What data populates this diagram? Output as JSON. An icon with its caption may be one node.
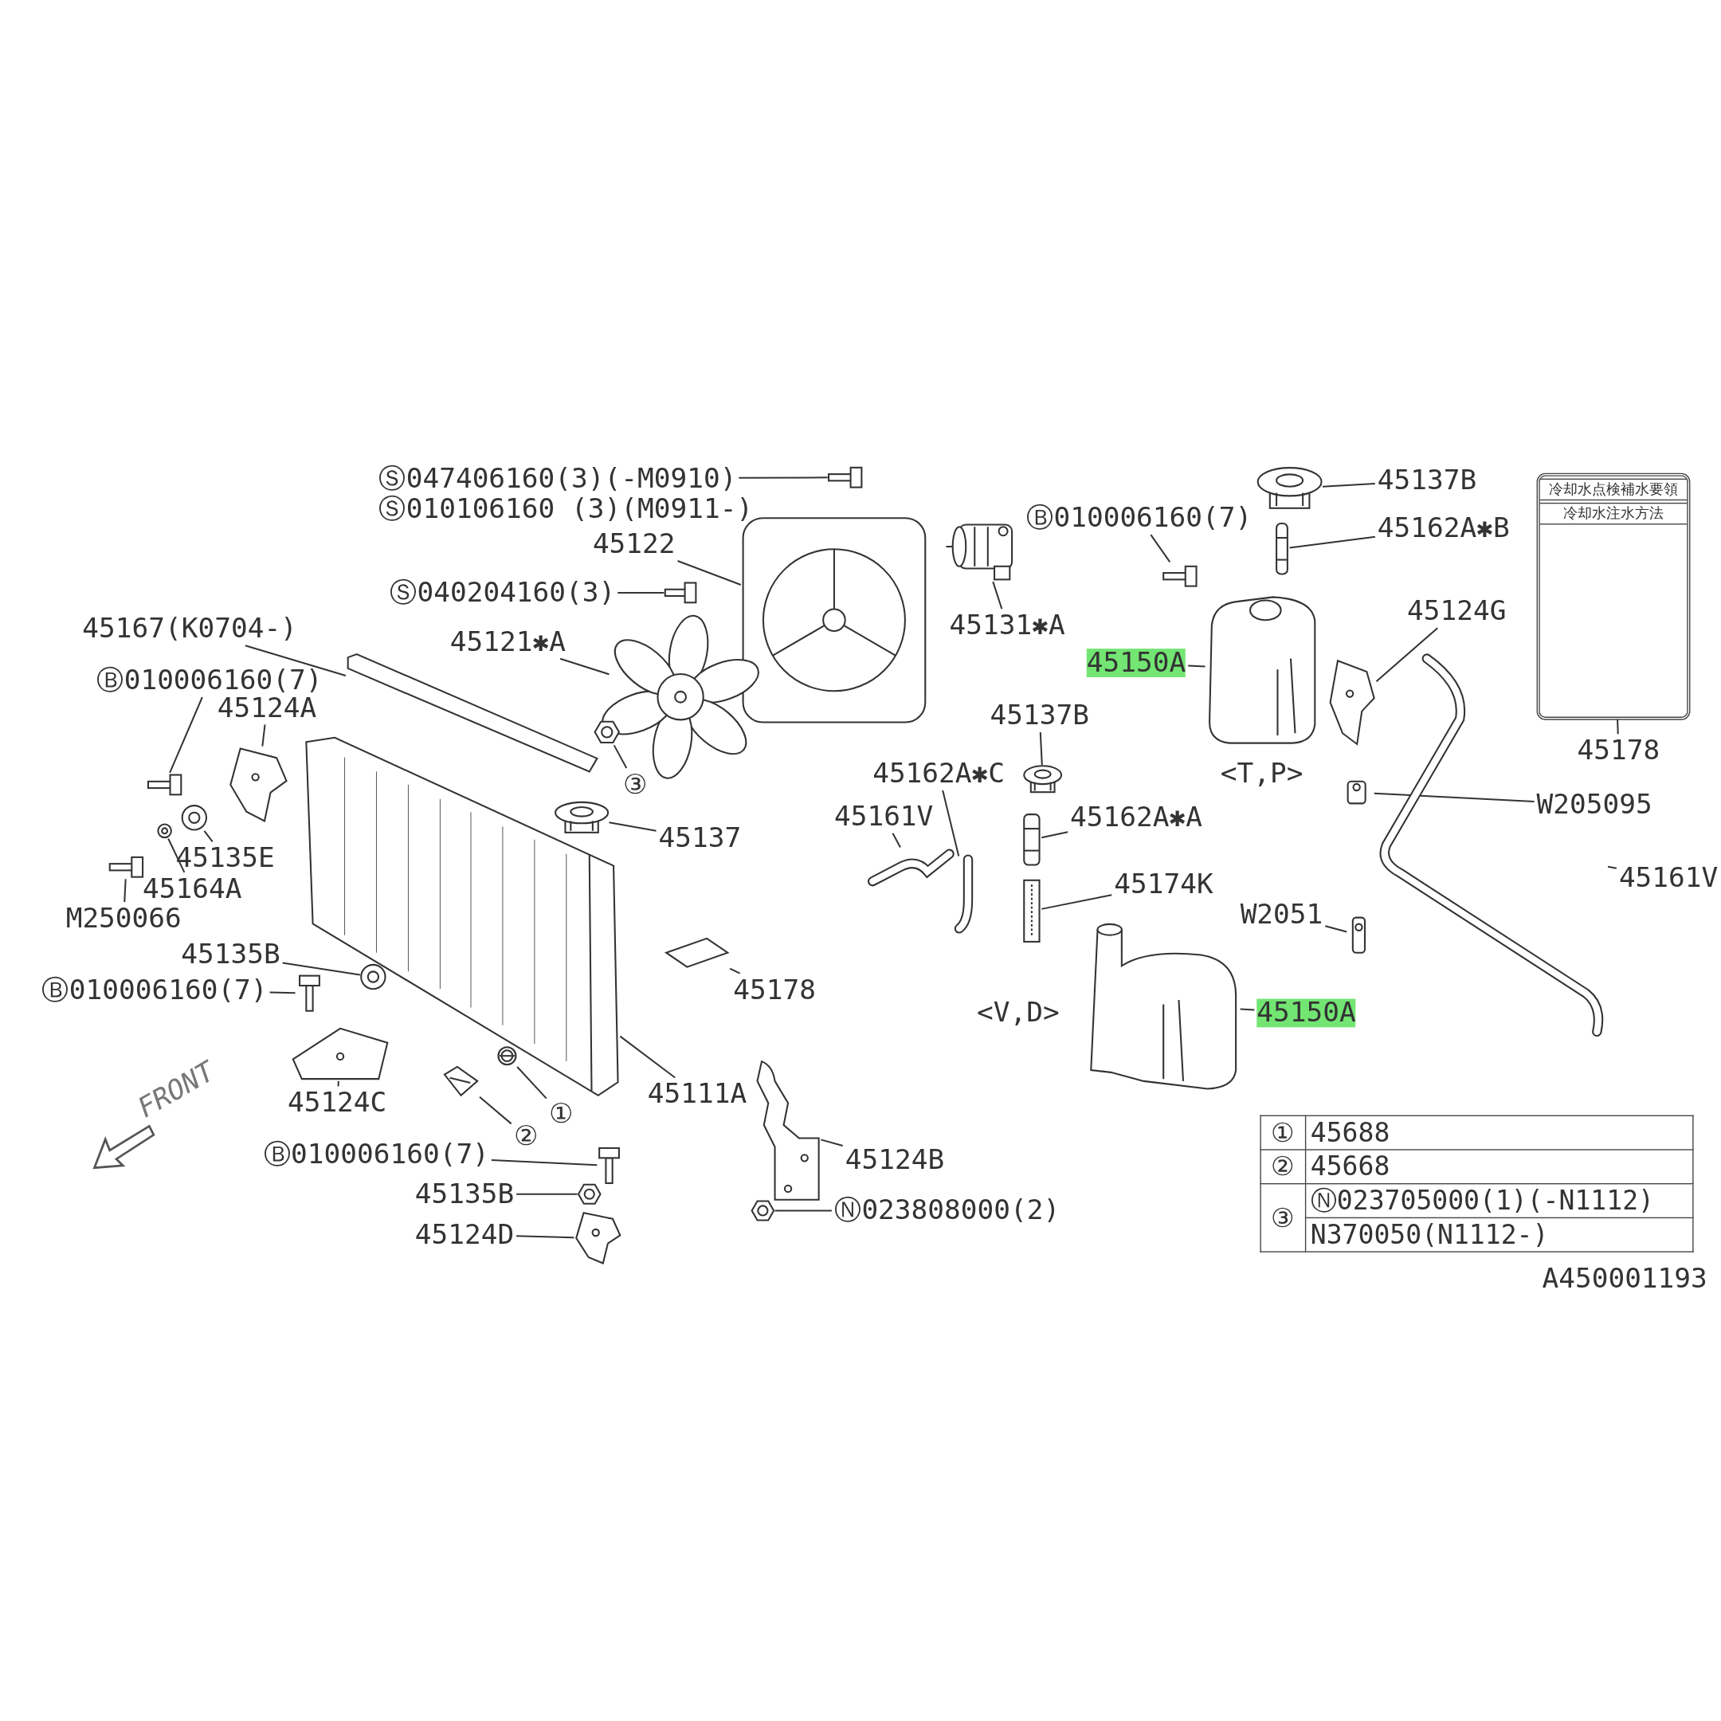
{
  "diagram": {
    "nodes": [
      {
        "text": [
          "Ⓢ047406160(3)(-M0910)"
        ]
      },
      {
        "text": [
          "45122"
        ]
      },
      {
        "text": [
          "Ⓢ040204160(3)"
        ]
      },
      {
        "text": [
          "45121✱A"
        ]
      },
      {
        "text": [
          "45131✱A"
        ]
      },
      {
        "text": [
          "45167(K0704-)"
        ]
      },
      {
        "text": [
          "Ⓑ010006160(7)"
        ]
      },
      {
        "text": [
          "45124A"
        ]
      },
      {
        "text": [
          "45135E"
        ]
      },
      {
        "text": [
          "45164A"
        ]
      },
      {
        "text": [
          "M250066"
        ]
      },
      {
        "text": [
          "③"
        ]
      },
      {
        "text": [
          "45137"
        ]
      },
      {
        "text": [
          "45135B"
        ]
      },
      {
        "text": [
          "Ⓑ010006160(7)"
        ]
      },
      {
        "text": [
          "45124C"
        ]
      },
      {
        "text": [
          "①"
        ]
      },
      {
        "text": [
          "②"
        ]
      },
      {
        "text": [
          "45111A"
        ]
      },
      {
        "text": [
          "Ⓑ010006160(7)"
        ]
      },
      {
        "text": [
          "45135B"
        ]
      },
      {
        "text": [
          "45124D"
        ]
      },
      {
        "text": [
          "45178"
        ]
      },
      {
        "text": [
          "45124B"
        ]
      },
      {
        "text": [
          "Ⓝ023808000(2)"
        ]
      },
      {
        "text": [
          "45137B"
        ]
      },
      {
        "text": [
          "45162A✱C"
        ]
      },
      {
        "text": [
          "45161V"
        ]
      },
      {
        "text": [
          "45162A✱A"
        ]
      },
      {
        "text": [
          "45174K"
        ]
      },
      {
        "text": [
          "Ⓑ010006160(7)"
        ]
      },
      {
        "text": [
          "45137B"
        ]
      },
      {
        "text": [
          "45162A✱B"
        ]
      },
      {
        "text": [
          "45150A"
        ]
      },
      {
        "text": [
          "45124G"
        ]
      },
      {
        "text": [
          "45178"
        ]
      },
      {
        "text": [
          "W205095"
        ]
      },
      {
        "text": [
          "45161V"
        ]
      },
      {
        "text": [
          "W2051"
        ]
      },
      {
        "text": [
          "45150A"
        ]
      },
      {
        "text": [],
        "shape": "picture"
      },
      {
        "text": [],
        "shape": "picture"
      },
      {
        "text": [],
        "shape": "picture"
      },
      {
        "text": [],
        "shape": "picture"
      },
      {
        "text": [],
        "shape": "picture"
      },
      {
        "text": [],
        "shape": "picture"
      },
      {
        "text": [],
        "shape": "picture"
      },
      {
        "text": [],
        "shape": "picture"
      },
      {
        "text": [],
        "shape": "picture"
      },
      {
        "text": [],
        "shape": "picture"
      },
      {
        "text": [],
        "shape": "picture"
      },
      {
        "text": [],
        "shape": "picture"
      },
      {
        "text": [],
        "shape": "picture"
      },
      {
        "text": [],
        "shape": "picture"
      },
      {
        "text": [],
        "shape": "picture"
      },
      {
        "text": [],
        "shape": "picture"
      },
      {
        "text": [],
        "shape": "picture"
      },
      {
        "text": [],
        "shape": "picture"
      },
      {
        "text": [],
        "shape": "picture"
      },
      {
        "text": [],
        "shape": "picture"
      },
      {
        "text": [],
        "shape": "picture"
      },
      {
        "text": [],
        "shape": "picture"
      },
      {
        "text": [],
        "shape": "picture"
      },
      {
        "text": [],
        "shape": "picture"
      },
      {
        "text": [],
        "shape": "picture"
      },
      {
        "text": [],
        "shape": "picture"
      },
      {
        "text": [],
        "shape": "picture"
      },
      {
        "text": [],
        "shape": "picture"
      },
      {
        "text": [],
        "shape": "picture"
      },
      {
        "text": [],
        "shape": "picture"
      },
      {
        "text": [],
        "shape": "picture"
      },
      {
        "text": [],
        "shape": "picture"
      },
      {
        "text": [],
        "shape": "picture"
      },
      {
        "text": [],
        "shape": "picture",
        "beside": [
          "<T,P>"
        ]
      },
      {
        "text": [],
        "shape": "picture"
      },
      {
        "text": [
          "冷却水点検補水要領",
          "冷却水注水方法"
        ]
      },
      {
        "text": [],
        "shape": "picture"
      },
      {
        "text": [],
        "shape": "picture"
      },
      {
        "text": [],
        "shape": "picture"
      },
      {
        "text": [],
        "shape": "picture",
        "beside": [
          "<V,D>"
        ]
      }
    ],
    "edges": [
      {
        "from": 0,
        "to": 40,
        "arrow": "none"
      },
      {
        "from": 1,
        "to": 41,
        "arrow": "none"
      },
      {
        "from": 2,
        "to": 42,
        "arrow": "none"
      },
      {
        "from": 3,
        "to": 43,
        "arrow": "none"
      },
      {
        "from": 4,
        "to": 44,
        "arrow": "none"
      },
      {
        "from": 5,
        "to": 45,
        "arrow": "none"
      },
      {
        "from": 6,
        "to": 46,
        "arrow": "none"
      },
      {
        "from": 7,
        "to": 47,
        "arrow": "none"
      },
      {
        "from": 8,
        "to": 48,
        "arrow": "none"
      },
      {
        "from": 9,
        "to": 49,
        "arrow": "none"
      },
      {
        "from": 10,
        "to": 50,
        "arrow": "none"
      },
      {
        "from": 11,
        "to": 51,
        "arrow": "none"
      },
      {
        "from": 12,
        "to": 52,
        "arrow": "none"
      },
      {
        "from": 13,
        "to": 53,
        "arrow": "none"
      },
      {
        "from": 14,
        "to": 54,
        "arrow": "none"
      },
      {
        "from": 15,
        "to": 55,
        "arrow": "none"
      },
      {
        "from": 16,
        "to": 56,
        "arrow": "none"
      },
      {
        "from": 17,
        "to": 57,
        "arrow": "none"
      },
      {
        "from": 18,
        "to": 58,
        "arrow": "none"
      },
      {
        "from": 19,
        "to": 59,
        "arrow": "none"
      },
      {
        "from": 20,
        "to": 60,
        "arrow": "none"
      },
      {
        "from": 21,
        "to": 61,
        "arrow": "none"
      },
      {
        "from": 22,
        "to": 62,
        "arrow": "none"
      },
      {
        "from": 23,
        "to": 63,
        "arrow": "none"
      },
      {
        "from": 24,
        "to": 64,
        "arrow": "none"
      },
      {
        "from": 25,
        "to": 65,
        "arrow": "none"
      },
      {
        "from": 26,
        "to": 66,
        "arrow": "none"
      },
      {
        "from": 27,
        "to": 67,
        "arrow": "none"
      },
      {
        "from": 28,
        "to": 68,
        "arrow": "none"
      },
      {
        "from": 29,
        "to": 69,
        "arrow": "none"
      },
      {
        "from": 30,
        "to": 70,
        "arrow": "none"
      },
      {
        "from": 31,
        "to": 71,
        "arrow": "none"
      },
      {
        "from": 32,
        "to": 72,
        "arrow": "none"
      },
      {
        "from": 33,
        "to": 73,
        "arrow": "none"
      },
      {
        "from": 34,
        "to": 74,
        "arrow": "none"
      },
      {
        "from": 35,
        "to": 75,
        "arrow": "none"
      },
      {
        "from": 36,
        "to": 76,
        "arrow": "none"
      },
      {
        "from": 37,
        "to": 77,
        "arrow": "none"
      },
      {
        "from": 38,
        "to": 78,
        "arrow": "none"
      },
      {
        "from": 39,
        "to": 79,
        "arrow": "none"
      }
    ],
    "labels": [
      "Ⓢ010106160 (3)(M0911-)",
      "FRONT",
      "①",
      "45688",
      "②",
      "45668",
      "③",
      "Ⓝ023705000(1)(-N1112)",
      "N370050(N1112-)",
      "A450001193"
    ]
  }
}
